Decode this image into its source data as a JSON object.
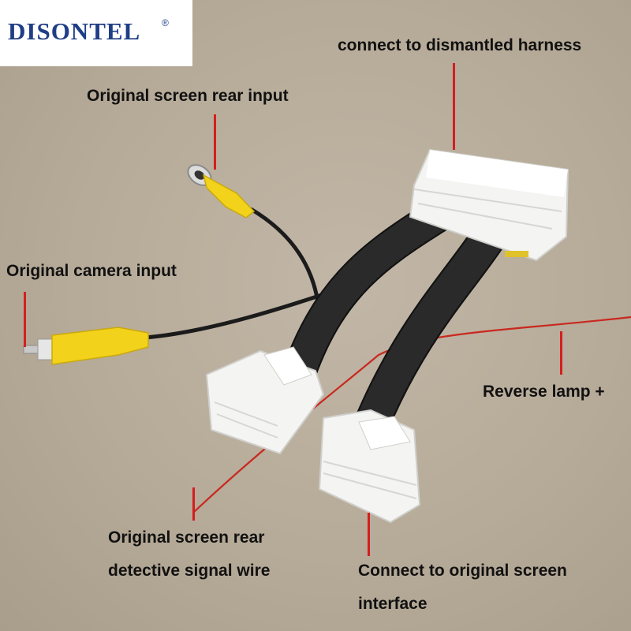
{
  "brand": {
    "name": "DISONTEL",
    "registered_mark": "®"
  },
  "labels": {
    "dismantled_harness": "connect to dismantled harness",
    "screen_rear_input": "Original screen rear input",
    "camera_input": "Original camera input",
    "reverse_lamp": "Reverse lamp +",
    "detective_line1": "Original screen rear",
    "detective_line2": "detective signal wire",
    "screen_interface_line1": "Connect to original screen",
    "screen_interface_line2": "interface"
  },
  "colors": {
    "background": "#b9ad9c",
    "pointer": "#d41e1e",
    "brand": "#1f3e86",
    "rca_yellow": "#f2d21a",
    "connector_white": "#f4f4f2",
    "sleeve_black": "#121212"
  }
}
